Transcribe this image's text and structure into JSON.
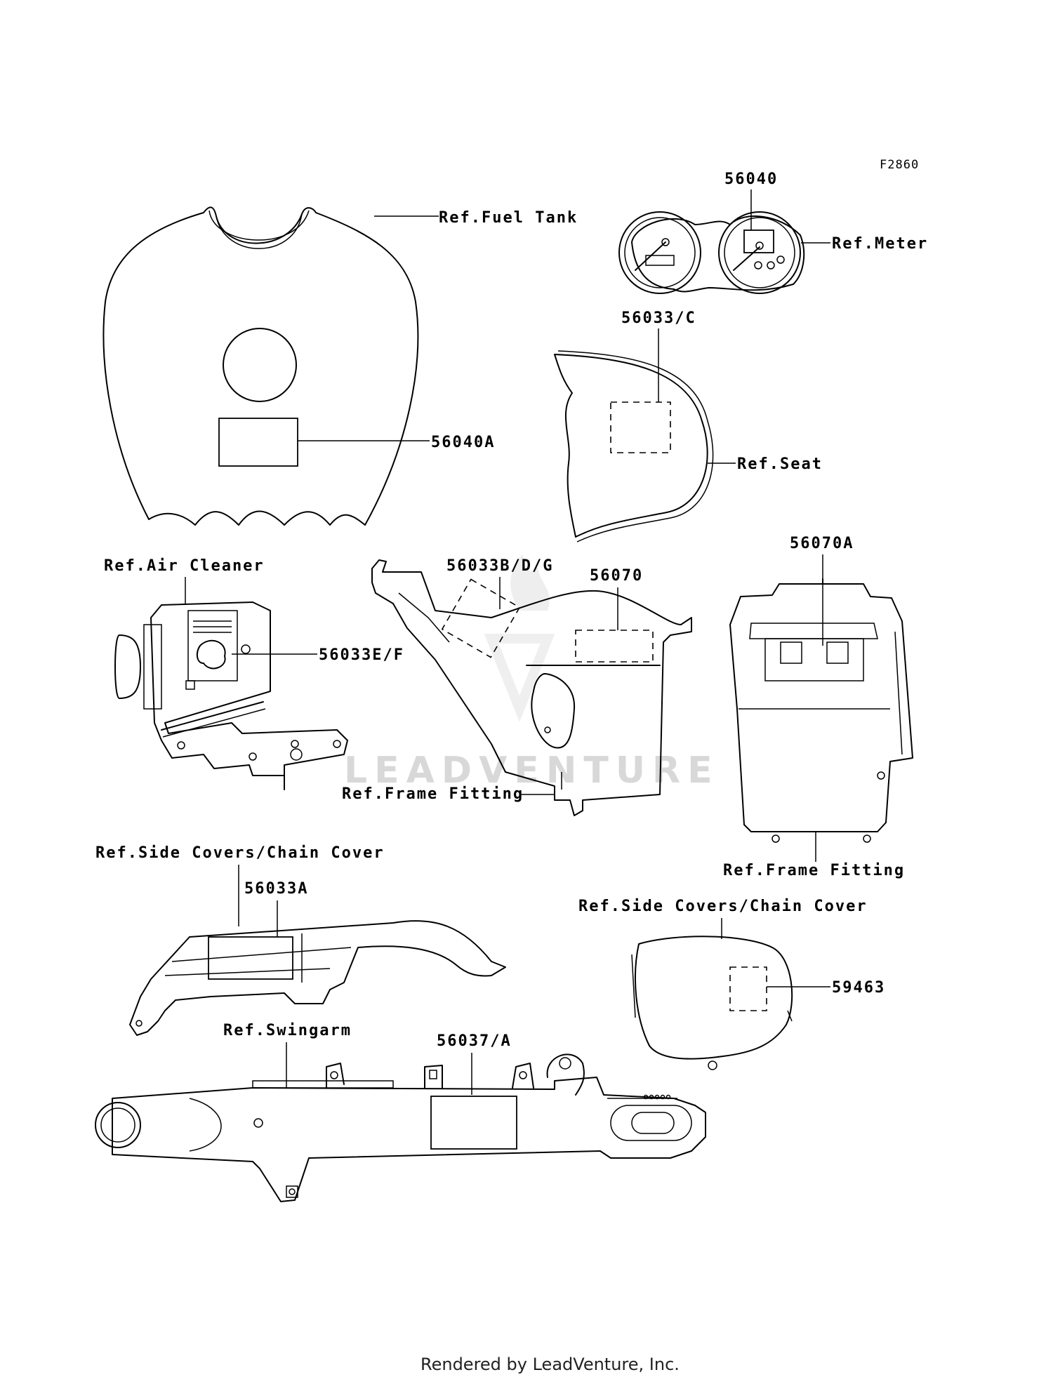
{
  "figure_code": "F2860",
  "watermark": "LEADVENTURE",
  "footer": "Rendered by LeadVenture, Inc.",
  "labels": {
    "fuel_tank": "Ref.Fuel Tank",
    "p56040A": "56040A",
    "p56040": "56040",
    "meter": "Ref.Meter",
    "p56033C": "56033/C",
    "seat": "Ref.Seat",
    "air_cleaner": "Ref.Air Cleaner",
    "p56033EF": "56033E/F",
    "p56033BDG": "56033B/D/G",
    "p56070": "56070",
    "frame_fitting_1": "Ref.Frame Fitting",
    "p56070A": "56070A",
    "frame_fitting_2": "Ref.Frame Fitting",
    "side_covers_1": "Ref.Side Covers/Chain Cover",
    "p56033A": "56033A",
    "side_covers_2": "Ref.Side Covers/Chain Cover",
    "p59463": "59463",
    "swingarm": "Ref.Swingarm",
    "p56037A": "56037/A"
  }
}
